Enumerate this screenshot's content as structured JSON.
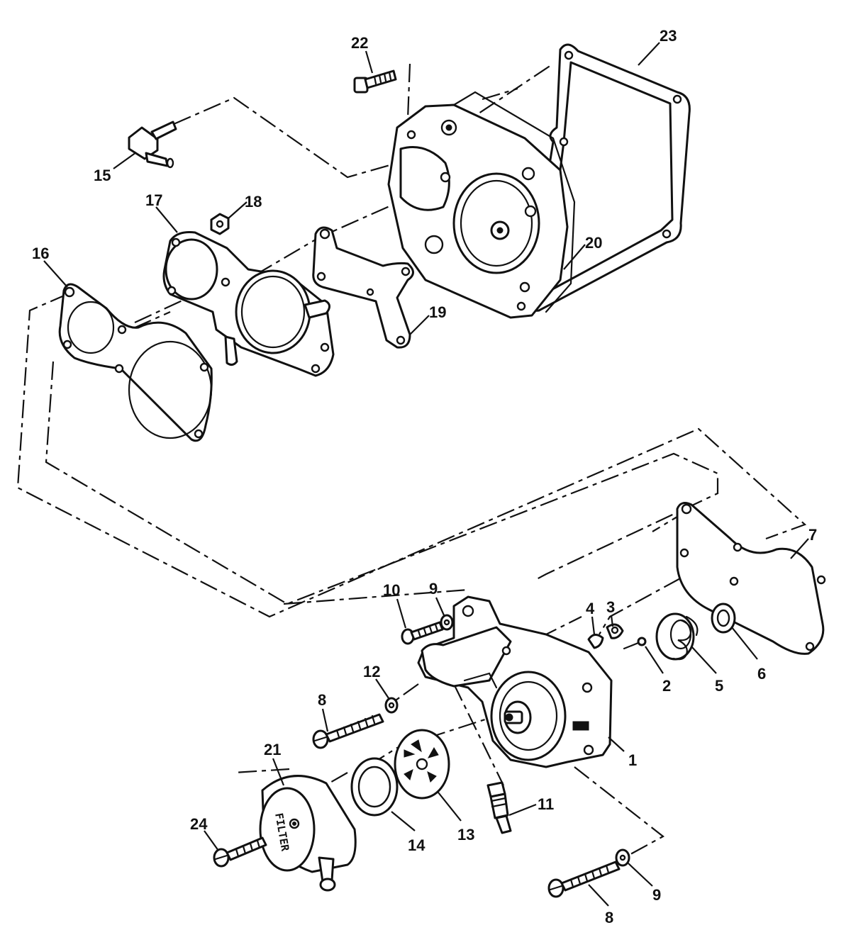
{
  "callouts": [
    {
      "id": "c22",
      "text": "22"
    },
    {
      "id": "c23",
      "text": "23"
    },
    {
      "id": "c15",
      "text": "15"
    },
    {
      "id": "c17",
      "text": "17"
    },
    {
      "id": "c18",
      "text": "18"
    },
    {
      "id": "c16",
      "text": "16"
    },
    {
      "id": "c20",
      "text": "20"
    },
    {
      "id": "c19",
      "text": "19"
    },
    {
      "id": "c7",
      "text": "7"
    },
    {
      "id": "c10",
      "text": "10"
    },
    {
      "id": "c9a",
      "text": "9"
    },
    {
      "id": "c4",
      "text": "4"
    },
    {
      "id": "c3",
      "text": "3"
    },
    {
      "id": "c12",
      "text": "12"
    },
    {
      "id": "c2",
      "text": "2"
    },
    {
      "id": "c5",
      "text": "5"
    },
    {
      "id": "c6",
      "text": "6"
    },
    {
      "id": "c8a",
      "text": "8"
    },
    {
      "id": "c1",
      "text": "1"
    },
    {
      "id": "c21",
      "text": "21"
    },
    {
      "id": "c11",
      "text": "11"
    },
    {
      "id": "c24",
      "text": "24"
    },
    {
      "id": "c14",
      "text": "14"
    },
    {
      "id": "c13",
      "text": "13"
    },
    {
      "id": "c9b",
      "text": "9"
    },
    {
      "id": "c8b",
      "text": "8"
    }
  ],
  "filter_cover_text": "FILTER"
}
